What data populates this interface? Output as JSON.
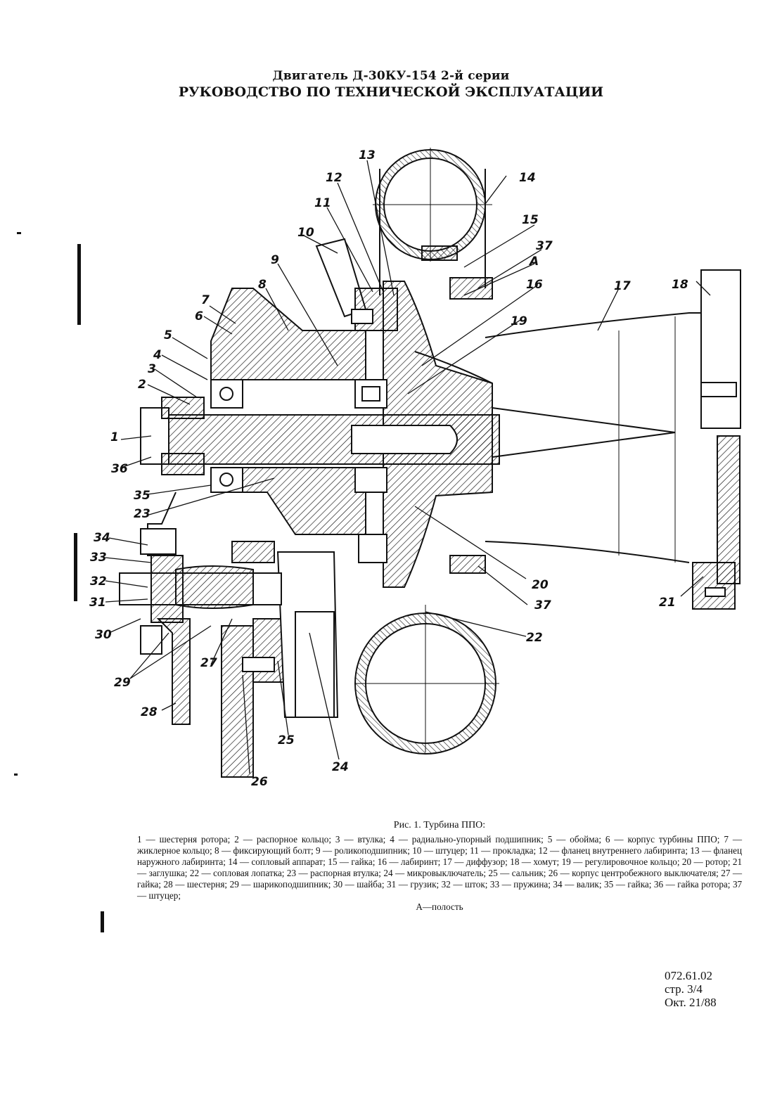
{
  "header": {
    "line1": "Двигатель Д-30КУ-154 2-й серии",
    "line2": "РУКОВОДСТВО ПО ТЕХНИЧЕСКОЙ ЭКСПЛУАТАЦИИ"
  },
  "figure": {
    "callouts": [
      "1",
      "2",
      "3",
      "4",
      "5",
      "6",
      "7",
      "8",
      "9",
      "10",
      "11",
      "12",
      "13",
      "14",
      "15",
      "16",
      "17",
      "18",
      "19",
      "20",
      "21",
      "22",
      "23",
      "24",
      "25",
      "26",
      "27",
      "28",
      "29",
      "30",
      "31",
      "32",
      "33",
      "34",
      "35",
      "36",
      "37",
      "37",
      "А"
    ]
  },
  "caption": {
    "title": "Рис. 1. Турбина ППО:",
    "items": [
      "1 — шестерня ротора;",
      "2 — распорное кольцо;",
      "3 — втулка;",
      "4 — радиально-упорный подшипник;",
      "5 — обойма;",
      "6 — корпус турбины ППО;",
      "7 — жиклерное кольцо;",
      "8 — фиксирующий болт;",
      "9 — роликоподшипник;",
      "10 — штуцер;",
      "11 — прокладка;",
      "12 — фланец внутреннего лабиринта;",
      "13 — фланец наружного лабиринта;",
      "14 — сопловый аппарат;",
      "15 — гайка;",
      "16 — лабиринт;",
      "17 — диффузор;",
      "18 — хомут;",
      "19 — регулировочное кольцо;",
      "20 — ротор;",
      "21 — заглушка;",
      "22 — сопловая лопатка;",
      "23 — распорная втулка;",
      "24 — микровыключатель;",
      "25 — сальник;",
      "26 — корпус центробежного выключателя;",
      "27 — гайка;",
      "28 — шестерня;",
      "29 — шарикоподшипник;",
      "30 — шайба;",
      "31 — грузик;",
      "32 — шток;",
      "33 — пружина;",
      "34 — валик;",
      "35 — гайка;",
      "36 — гайка ротора;",
      "37 — штуцер;"
    ],
    "tail": "А—полость"
  },
  "doc": {
    "number": "072.61.02",
    "page": "стр. 3/4",
    "date": "Окт. 21/88"
  },
  "colors": {
    "ink": "#111111",
    "paper": "#ffffff"
  }
}
